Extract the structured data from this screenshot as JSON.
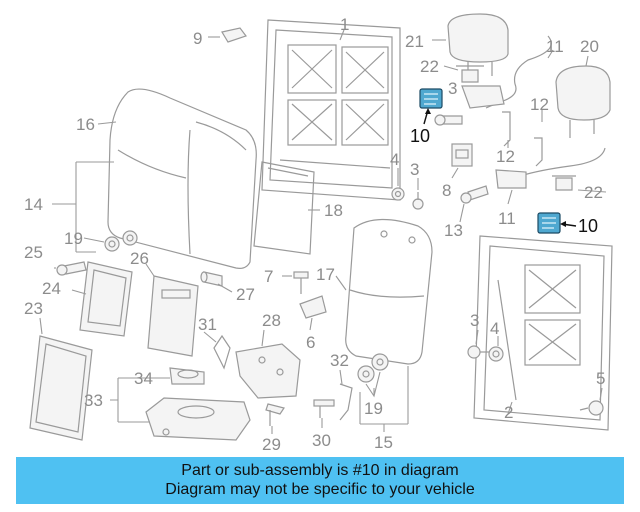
{
  "colors": {
    "highlight_part": "#4fa8d0",
    "footer_bg": "#4fc1f2",
    "line_art": "#9a9a9a"
  },
  "callouts": {
    "c1": "1",
    "c2": "2",
    "c3a": "3",
    "c3b": "3",
    "c4a": "4",
    "c4b": "4",
    "c5": "5",
    "c6": "6",
    "c7": "7",
    "c8": "8",
    "c9": "9",
    "c10a": "10",
    "c10b": "10",
    "c11a": "11",
    "c11b": "11",
    "c12a": "12",
    "c12b": "12",
    "c13": "13",
    "c14": "14",
    "c15": "15",
    "c16": "16",
    "c17": "17",
    "c18": "18",
    "c19a": "19",
    "c19b": "19",
    "c20": "20",
    "c21": "21",
    "c22a": "22",
    "c22b": "22",
    "c23": "23",
    "c24": "24",
    "c25": "25",
    "c26": "26",
    "c27": "27",
    "c28": "28",
    "c29": "29",
    "c30": "30",
    "c31": "31",
    "c32": "32",
    "c33": "33",
    "c34": "34"
  },
  "footer": {
    "line1": "Part or sub-assembly is #10 in diagram",
    "line2": "Diagram may not be specific to your vehicle"
  }
}
